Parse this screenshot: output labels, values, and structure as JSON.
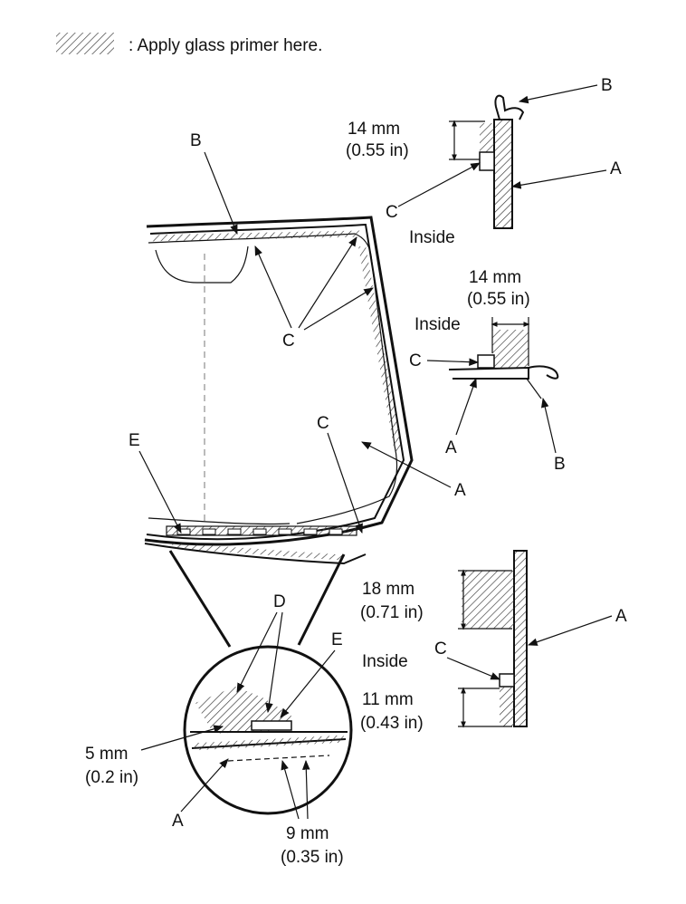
{
  "legend": {
    "text": ": Apply glass primer here."
  },
  "callouts": {
    "a": "A",
    "b": "B",
    "c": "C",
    "d": "D",
    "e": "E"
  },
  "sections": {
    "top": {
      "dim_mm": "14 mm",
      "dim_in": "(0.55 in)",
      "side": "Inside"
    },
    "middle": {
      "dim_mm": "14 mm",
      "dim_in": "(0.55 in)",
      "side": "Inside"
    },
    "bottom": {
      "dim1_mm": "18 mm",
      "dim1_in": "(0.71 in)",
      "side": "Inside",
      "dim2_mm": "11 mm",
      "dim2_in": "(0.43 in)"
    }
  },
  "detail": {
    "dim1_mm": "5 mm",
    "dim1_in": "(0.2 in)",
    "dim2_mm": "9 mm",
    "dim2_in": "(0.35 in)"
  }
}
